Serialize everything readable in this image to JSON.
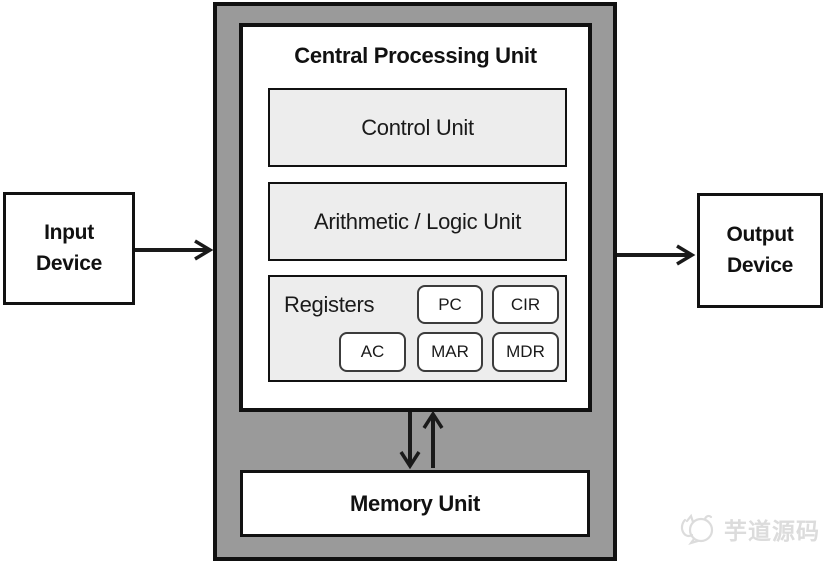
{
  "diagram": {
    "title": "Central Processing Unit",
    "control_unit_label": "Control Unit",
    "alu_label": "Arithmetic / Logic Unit",
    "registers_label": "Registers",
    "registers": [
      "PC",
      "CIR",
      "AC",
      "MAR",
      "MDR"
    ],
    "memory_label": "Memory Unit",
    "input_device": {
      "line1": "Input",
      "line2": "Device"
    },
    "output_device": {
      "line1": "Output",
      "line2": "Device"
    },
    "watermark_text": "芋道源码",
    "colors": {
      "container_gray": "#9a9a9a",
      "unit_fill_gray": "#ededed",
      "line_black": "#111111",
      "pill_border_gray": "#3c3c3c",
      "watermark_gray": "#dcdcdc"
    }
  }
}
